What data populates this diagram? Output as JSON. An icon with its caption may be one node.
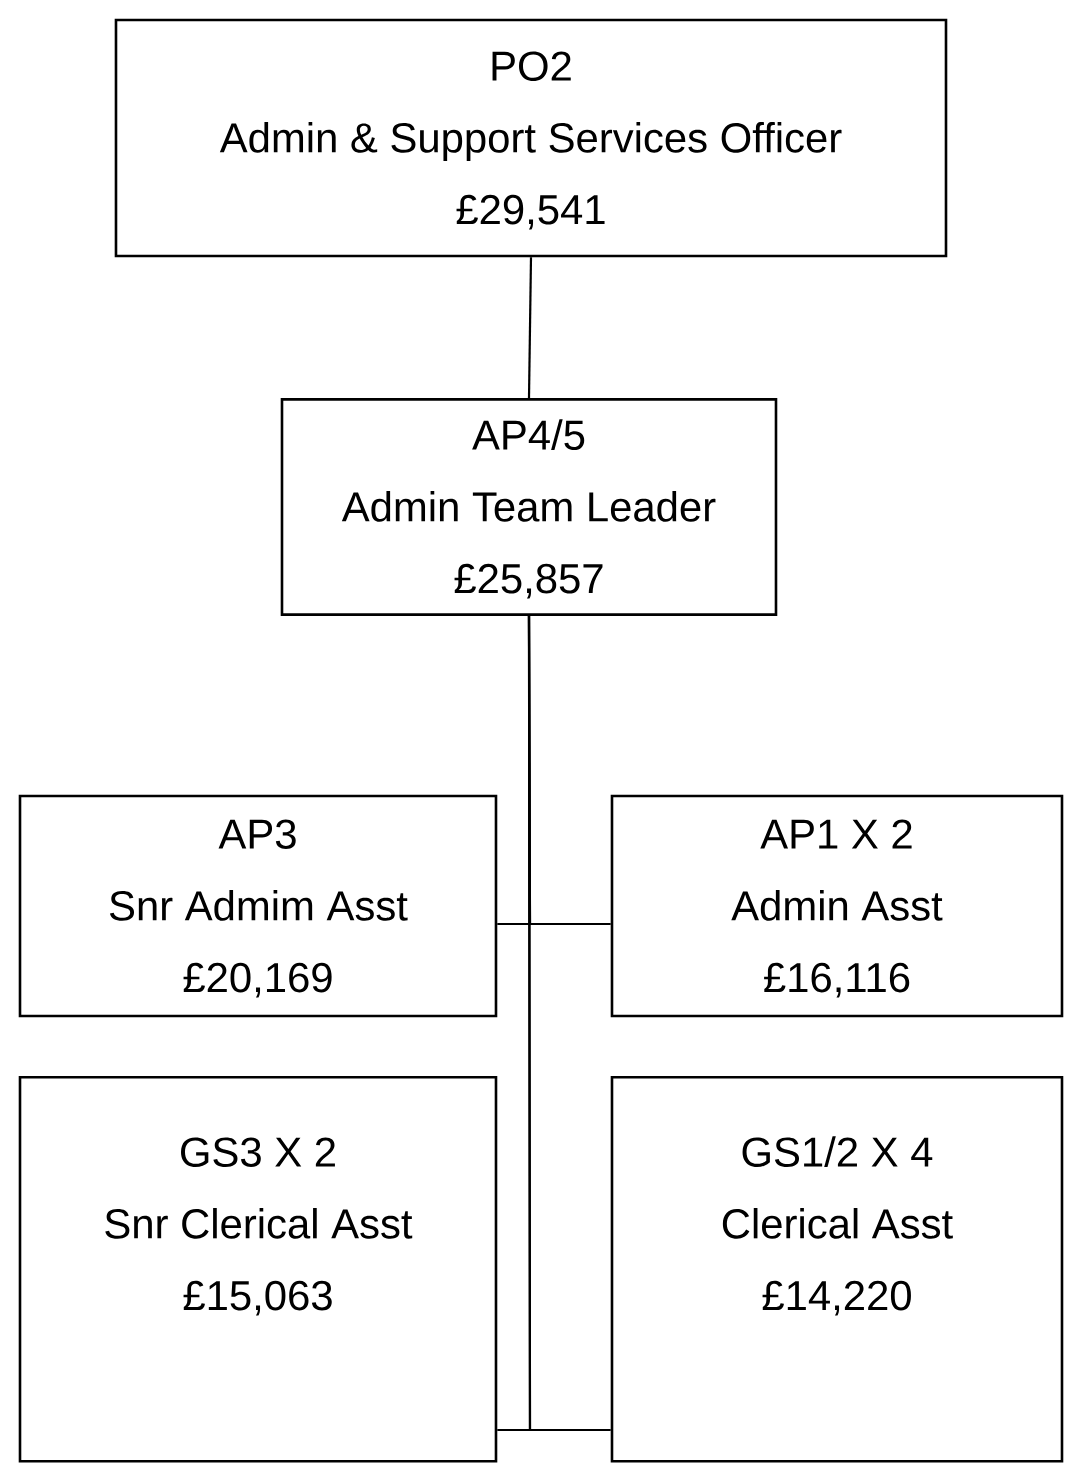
{
  "diagram": {
    "nodes": [
      {
        "text": [
          "PO2",
          "Admin & Support Services Officer",
          "£29,541"
        ]
      },
      {
        "text": [
          "AP4/5",
          "Admin Team Leader",
          "£25,857"
        ]
      },
      {
        "text": [
          "AP3",
          "Snr Admim Asst",
          "£20,169"
        ]
      },
      {
        "text": [
          "AP1 X 2",
          "Admin Asst",
          "£16,116"
        ]
      },
      {
        "text": [
          "GS3 X 2",
          "Snr Clerical Asst",
          "£15,063"
        ]
      },
      {
        "text": [
          "GS1/2 X 4",
          "Clerical Asst",
          "£14,220"
        ]
      }
    ],
    "edges": [
      {
        "from": 0,
        "to": 1,
        "arrow": "none"
      },
      {
        "from": 1,
        "to": 2,
        "arrow": "none"
      },
      {
        "from": 1,
        "to": 3,
        "arrow": "none"
      },
      {
        "from": 1,
        "to": 4,
        "arrow": "none"
      },
      {
        "from": 1,
        "to": 5,
        "arrow": "none"
      }
    ]
  }
}
